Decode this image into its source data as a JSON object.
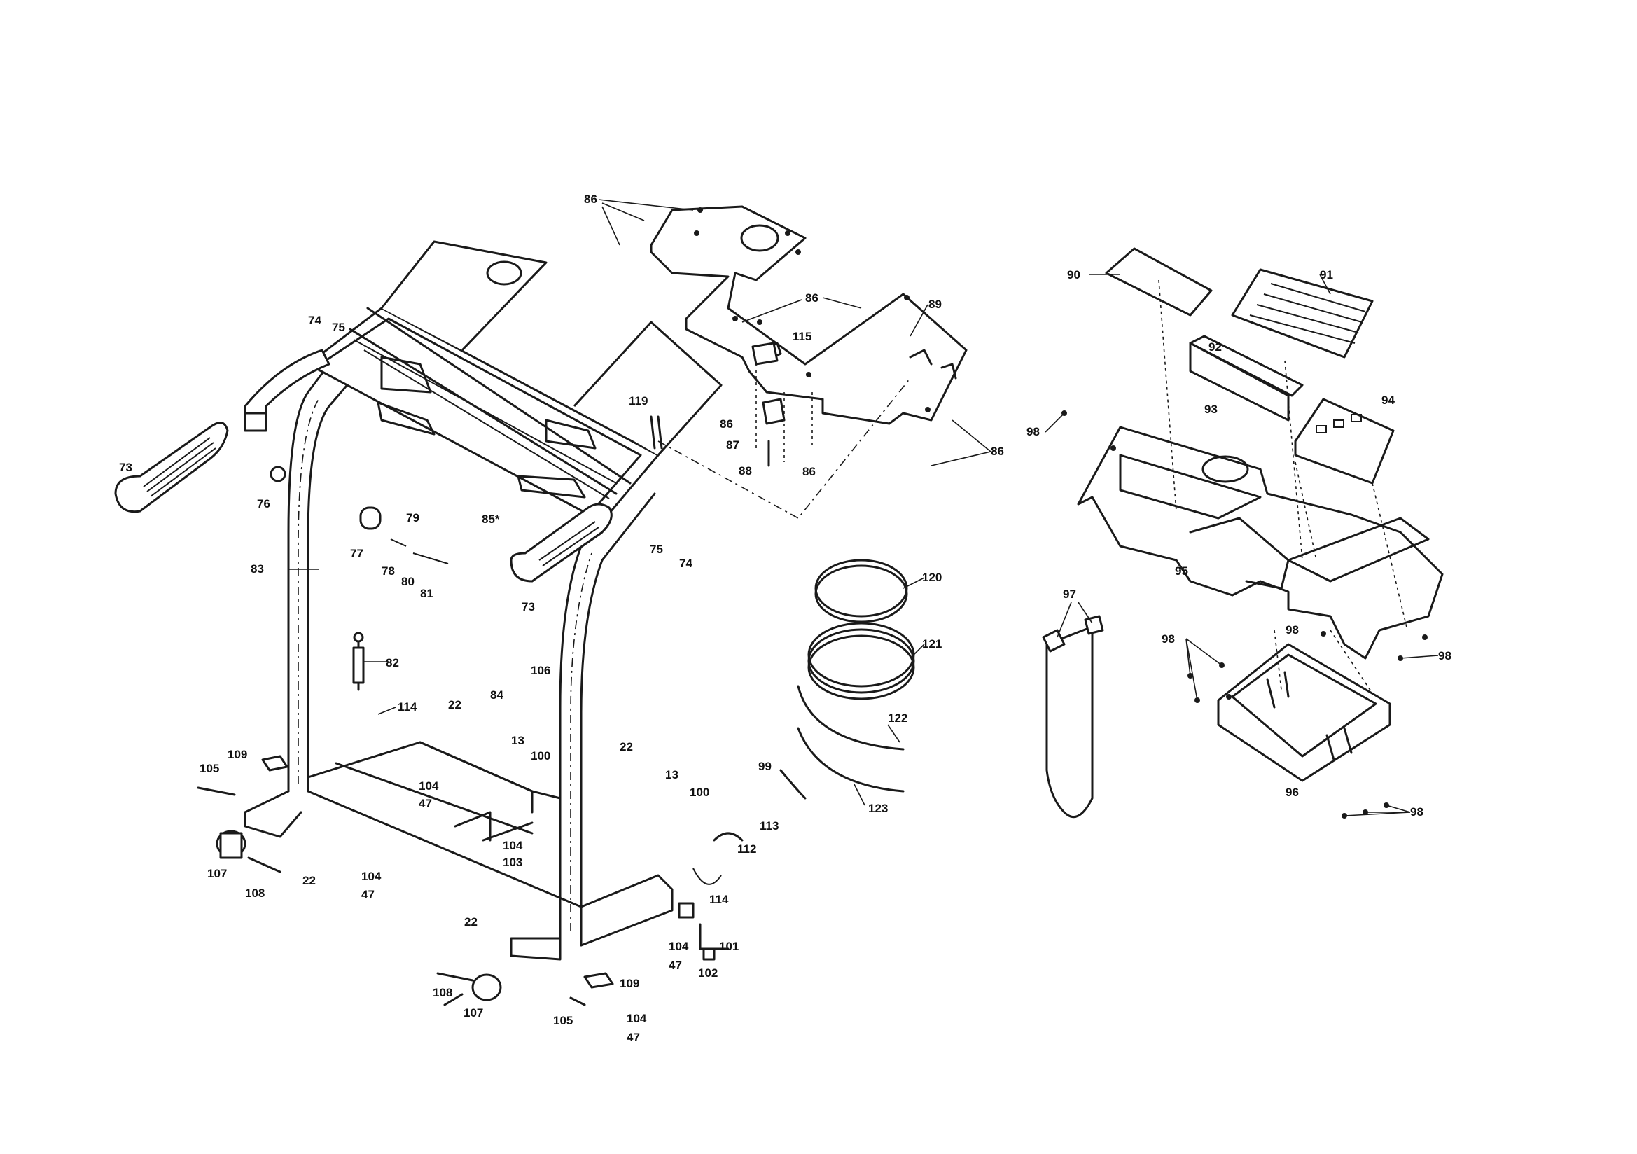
{
  "colors": {
    "ink": "#1a1a1a",
    "paper": "#ffffff"
  },
  "callouts": [
    "73",
    "74",
    "75",
    "76",
    "77",
    "78",
    "79",
    "80",
    "81",
    "82",
    "83",
    "84",
    "85*",
    "86",
    "87",
    "88",
    "89",
    "90",
    "91",
    "92",
    "93",
    "94",
    "95",
    "96",
    "97",
    "98",
    "99",
    "100",
    "101",
    "102",
    "103",
    "104",
    "105",
    "106",
    "107",
    "108",
    "109",
    "112",
    "113",
    "114",
    "115",
    "119",
    "120",
    "121",
    "122",
    "123",
    "13",
    "22",
    "47"
  ]
}
